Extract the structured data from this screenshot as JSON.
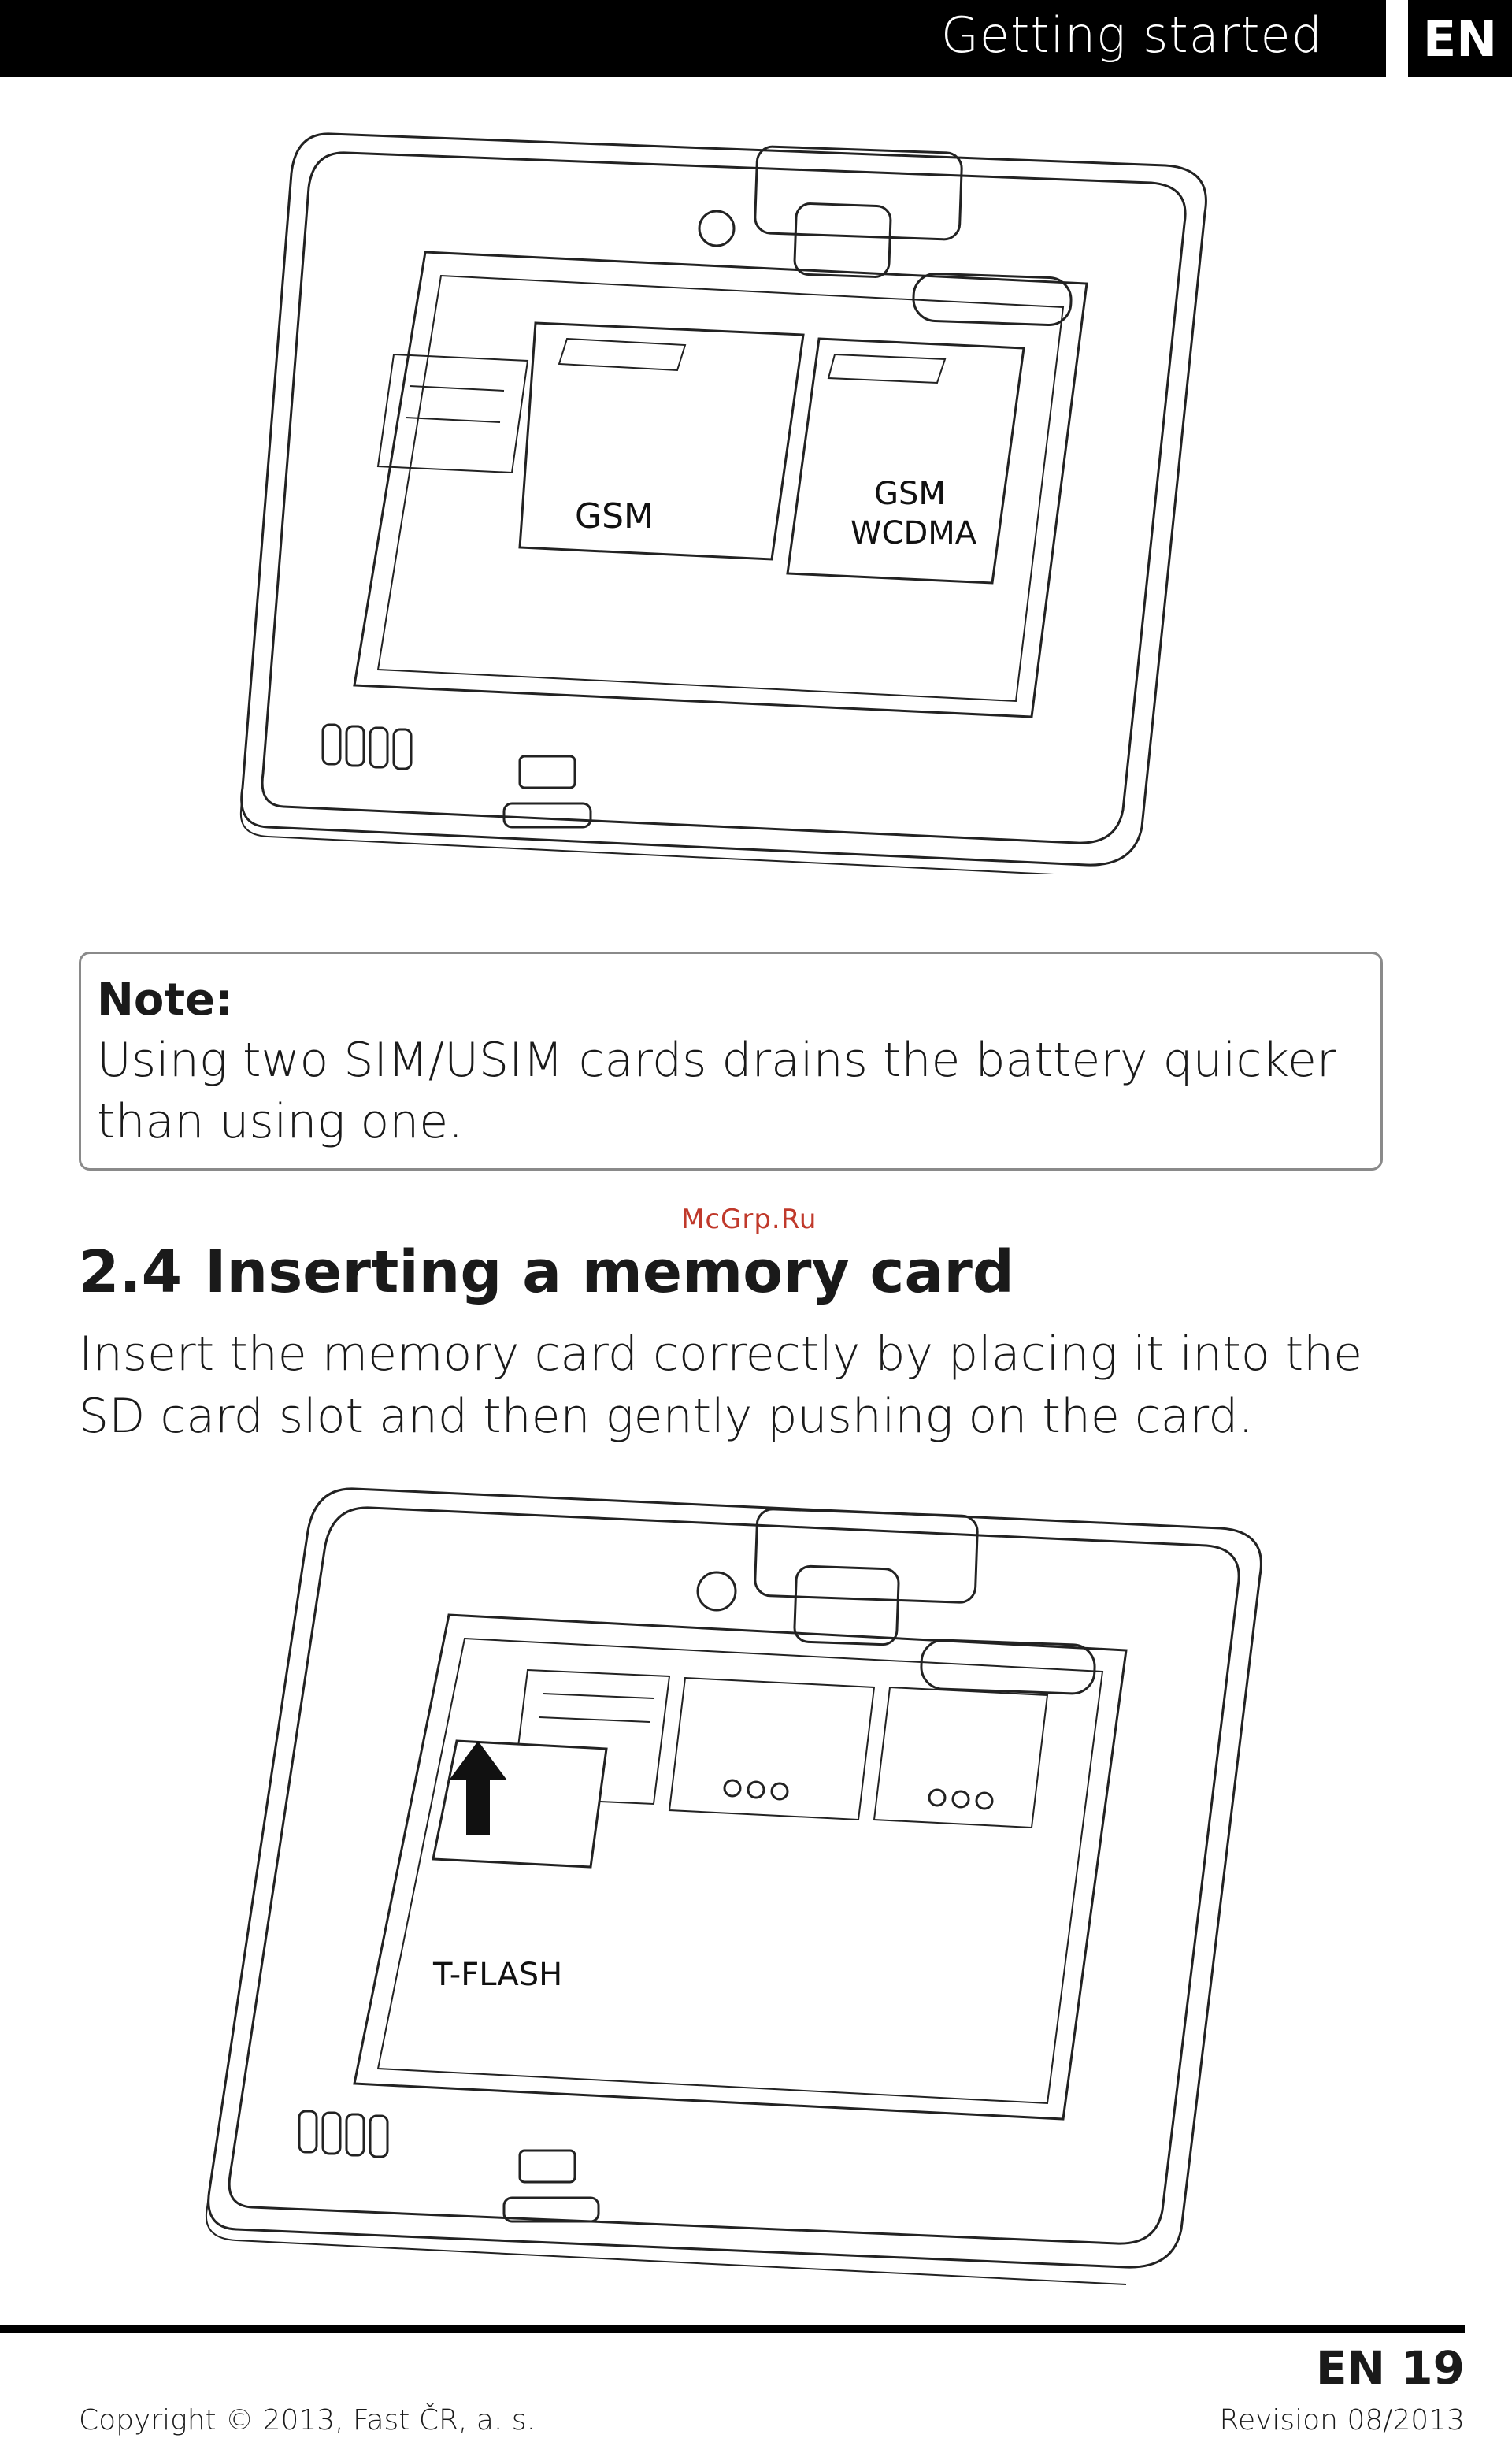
{
  "header": {
    "title": "Getting started",
    "language": "EN"
  },
  "figure_top": {
    "sim_slot_left_label": "GSM",
    "sim_slot_right_label_line1": "GSM",
    "sim_slot_right_label_line2": "WCDMA"
  },
  "note": {
    "title": "Note:",
    "text": "Using two SIM/USIM cards drains the battery quicker than using one."
  },
  "watermark": "McGrp.Ru",
  "section": {
    "number": "2.4",
    "title": "Inserting a memory card",
    "body": "Insert the memory card correctly by placing it into the SD card slot and then gently pushing on the card."
  },
  "figure_bottom": {
    "card_label": "T-FLASH"
  },
  "footer": {
    "page": "EN 19",
    "copyright": "Copyright © 2013, Fast ČR, a. s.",
    "revision": "Revision 08/2013"
  }
}
